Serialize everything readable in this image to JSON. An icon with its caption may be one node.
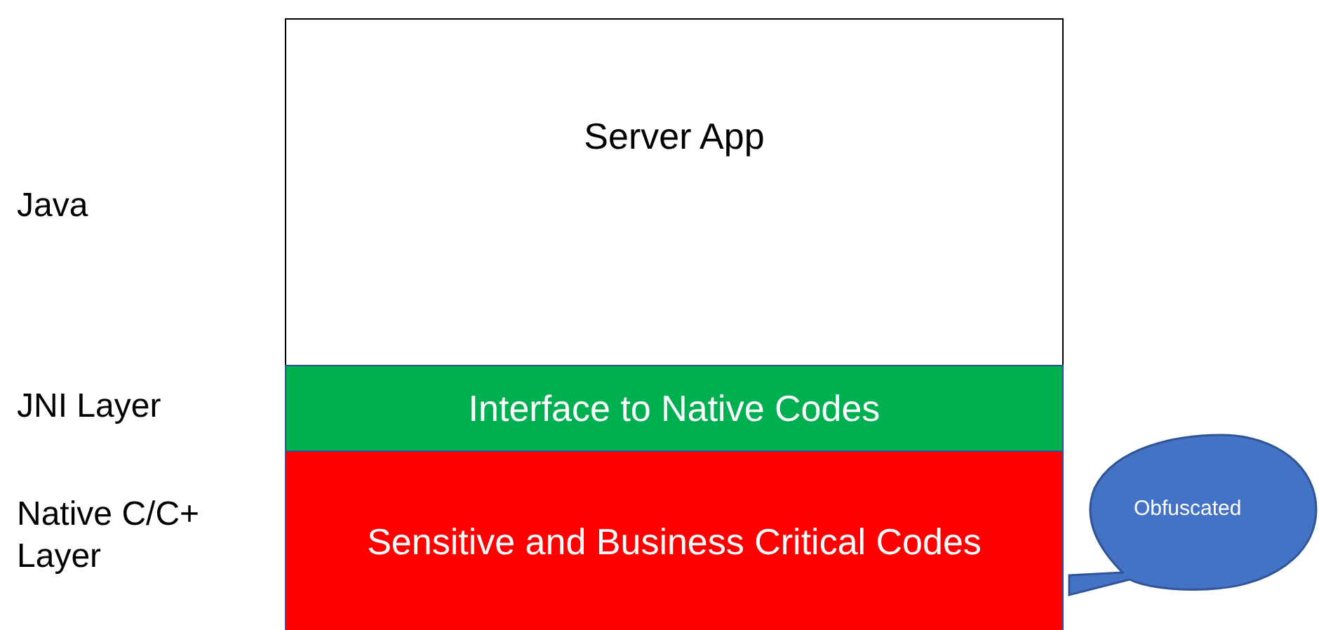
{
  "diagram": {
    "nodes": [
      {
        "text": [
          "Server App"
        ]
      },
      {
        "text": [
          "Interface to Native Codes"
        ]
      },
      {
        "text": [
          "Sensitive and Business Critical Codes"
        ]
      },
      {
        "text": [
          "Obfuscated"
        ]
      }
    ],
    "labels": [
      "Java",
      "JNI Layer",
      "Native C/C+ Layer"
    ]
  }
}
